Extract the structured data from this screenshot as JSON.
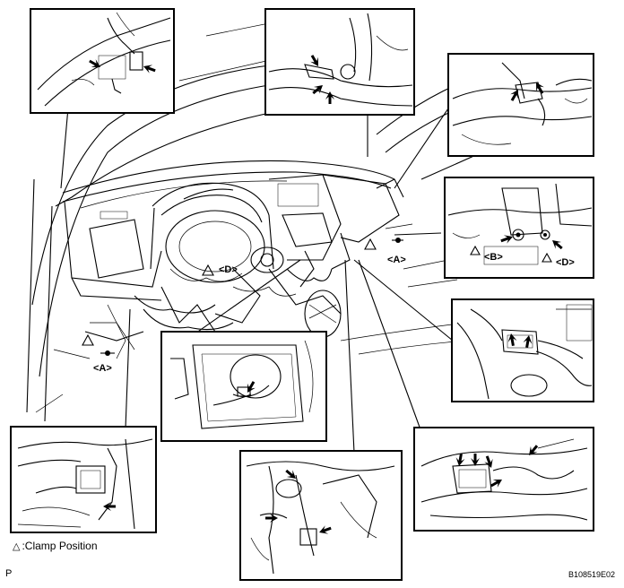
{
  "legend": {
    "symbol": "△",
    "text": ":Clamp Position"
  },
  "labels": {
    "a_left": "<A>",
    "a_right": "<A>",
    "d_center": "<D>",
    "b_inset": "<B>",
    "d_inset": "<D>"
  },
  "footer": {
    "page_letter": "P",
    "figure_id": "B108519E02"
  },
  "icons": {
    "arrow": "filled-arrow-icon",
    "clamp": "triangle-clamp-icon"
  }
}
